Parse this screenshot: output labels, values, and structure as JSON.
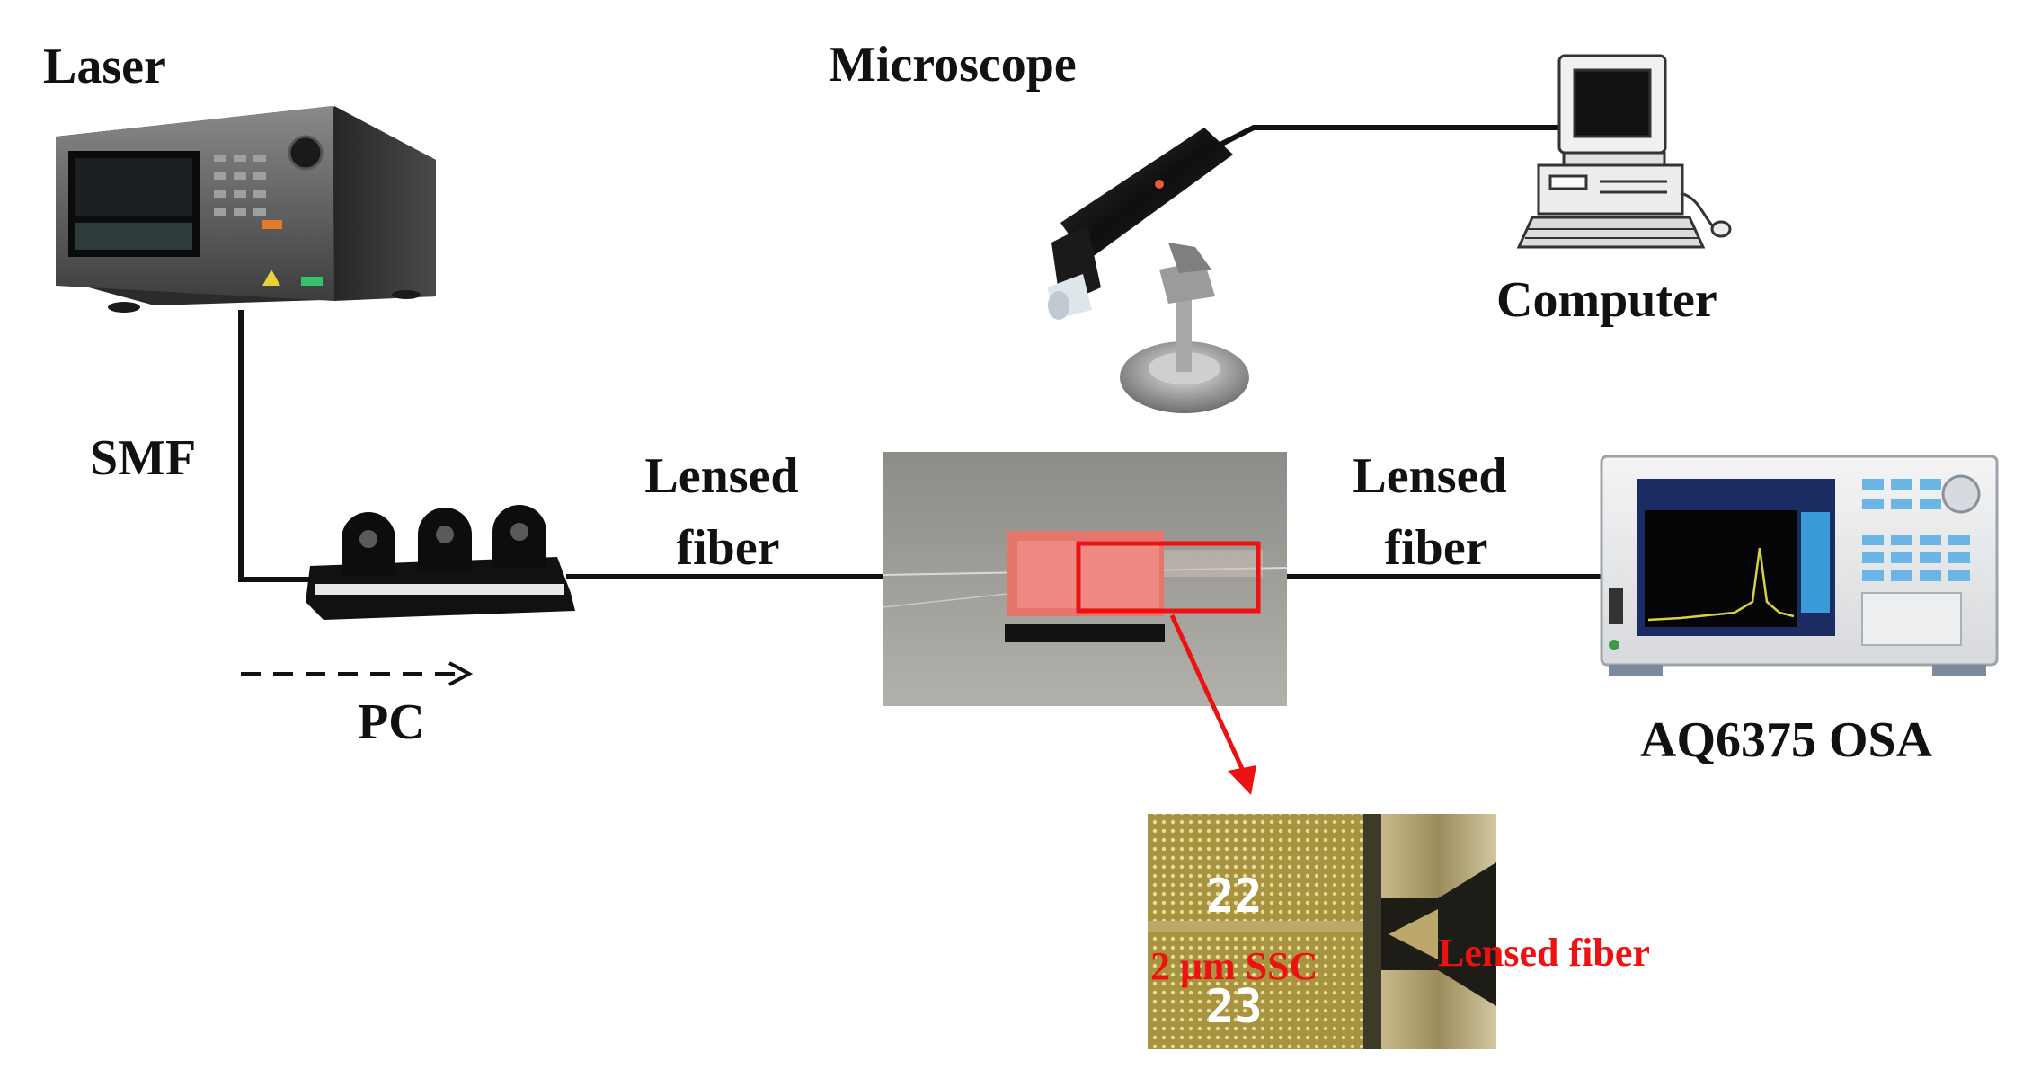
{
  "labels": {
    "laser": "Laser",
    "microscope": "Microscope",
    "computer": "Computer",
    "smf": "SMF",
    "pc": "PC",
    "lensed_fiber_left": "Lensed\nfiber",
    "lensed_fiber_right": "Lensed\nfiber",
    "osa": "AQ6375 OSA",
    "inset_ssc": "2 μm SSC",
    "inset_lensed": "Lensed fiber"
  },
  "inset": {
    "numbers": [
      "22",
      "23"
    ]
  },
  "colors": {
    "accent_red": "#ee1111",
    "line": "#111111"
  }
}
